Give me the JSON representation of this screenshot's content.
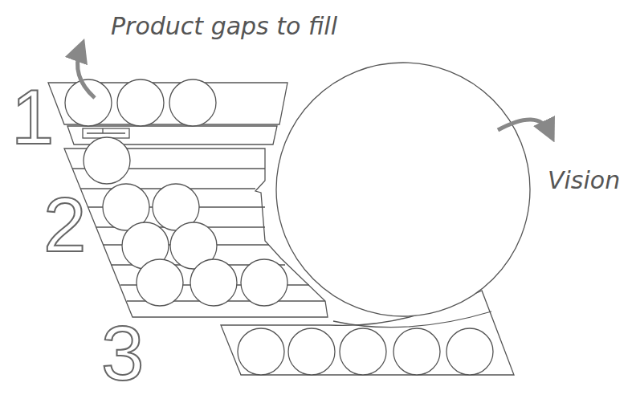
{
  "diagram": {
    "labels": [
      "Product gaps to fill",
      "1",
      "Vision",
      "2",
      "3"
    ]
  }
}
